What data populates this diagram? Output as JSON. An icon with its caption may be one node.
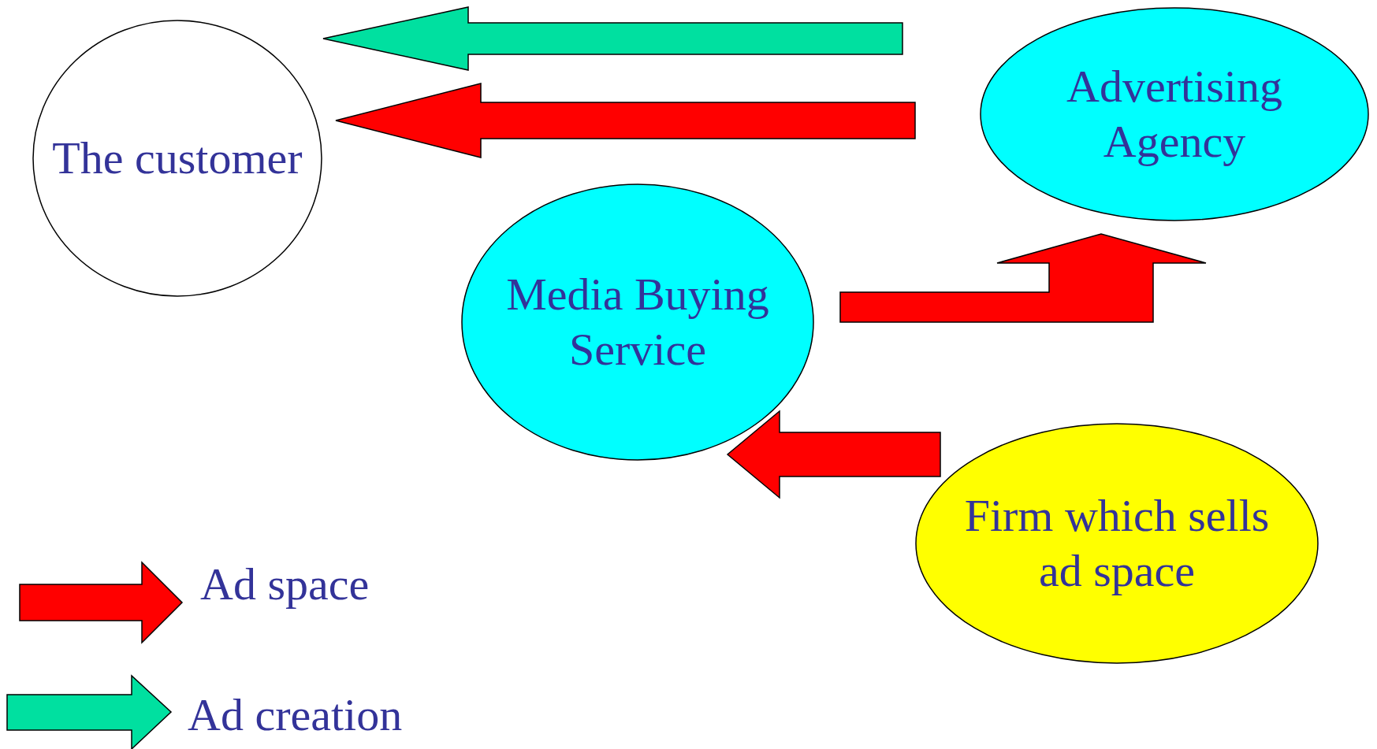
{
  "diagram": {
    "nodes": [
      {
        "text": [
          "The customer"
        ]
      },
      {
        "text": [
          "Advertising Agency"
        ]
      },
      {
        "text": [
          "Media Buying Service"
        ]
      },
      {
        "text": [
          "Firm which sells ad space"
        ]
      }
    ],
    "edges": [
      {
        "from": 1,
        "to": 0,
        "arrow": "to",
        "color": "#00e0a0"
      },
      {
        "from": 1,
        "to": 0,
        "arrow": "to"
      },
      {
        "from": 2,
        "to": 1,
        "arrow": "to"
      },
      {
        "from": 3,
        "to": 2,
        "arrow": "to"
      }
    ],
    "legend": [
      {
        "text": "Ad space",
        "color": "#ff0000"
      },
      {
        "text": "Ad creation",
        "color": "#00e0a0"
      }
    ]
  }
}
